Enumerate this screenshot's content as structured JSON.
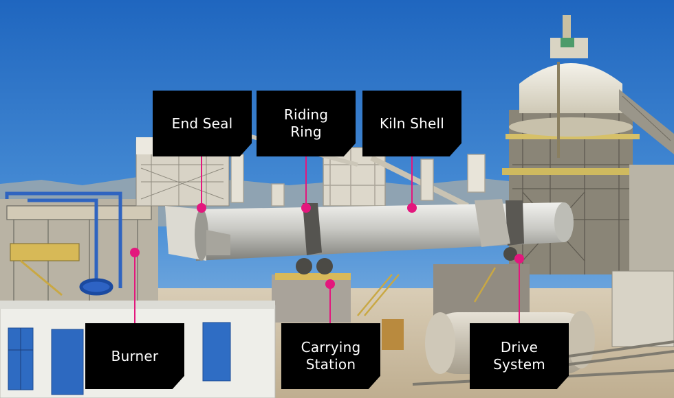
{
  "labels": {
    "end_seal": "End Seal",
    "riding_ring": "Riding\nRing",
    "kiln_shell": "Kiln Shell",
    "burner": "Burner",
    "carrying_station": "Carrying\nStation",
    "drive_system": "Drive\nSystem"
  },
  "colors": {
    "sky": "#2f78c9",
    "leader": "#e3177d",
    "label_bg": "#000000",
    "label_text": "#ffffff"
  }
}
